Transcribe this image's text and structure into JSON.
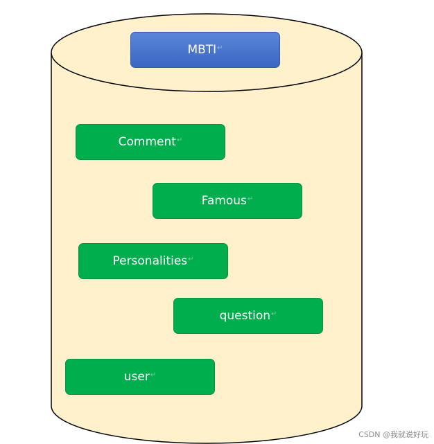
{
  "database": {
    "name": "MBTI",
    "return_mark": "↵"
  },
  "tables": [
    {
      "label": "Comment",
      "return_mark": "↵"
    },
    {
      "label": "Famous",
      "return_mark": "↵"
    },
    {
      "label": "Personalities",
      "return_mark": "↵"
    },
    {
      "label": "question",
      "return_mark": "↵"
    },
    {
      "label": "user",
      "return_mark": "↵"
    }
  ],
  "watermark": "CSDN @我就说好玩",
  "colors": {
    "cylinder_fill": "#fff1cc",
    "cylinder_stroke": "#000000",
    "title_box": "#4a74d0",
    "table_box": "#00ae4d",
    "text": "#ffffff"
  }
}
